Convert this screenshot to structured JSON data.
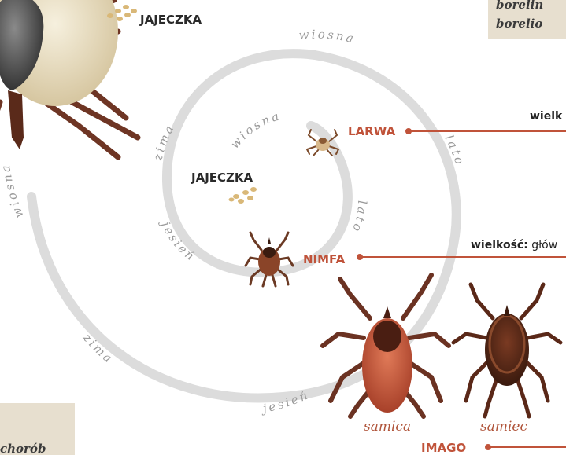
{
  "colors": {
    "accent": "#c0533a",
    "dark_text": "#2a2a2a",
    "spiral": "#dcdcdc",
    "beige_box": "#e7dfcf",
    "egg": "#d9b878"
  },
  "seasons": {
    "outer_spring": "wiosna",
    "outer_winter_left": "wiosna",
    "top_spring": "wiosna",
    "inner_spring": "wiosna",
    "inner_summer": "lato",
    "outer_summer": "lato",
    "winter_upper": "zima",
    "winter_lower": "zima",
    "autumn_inner": "jesień",
    "autumn_outer": "jesień"
  },
  "stages": {
    "eggs_top": "JAJECZKA",
    "eggs_center": "JAJECZKA",
    "larva": "LARWA",
    "nymph": "NIMFA",
    "adult": "IMAGO"
  },
  "captions": {
    "female": "samica",
    "male": "samiec"
  },
  "size_rows": {
    "larva_row": "wielk",
    "nymph_row_bold": "wielkość:",
    "nymph_row_rest": " głów"
  },
  "notes": {
    "top_right_line1": "borelin",
    "top_right_line2": "borelio",
    "bottom_left": "chorób"
  }
}
